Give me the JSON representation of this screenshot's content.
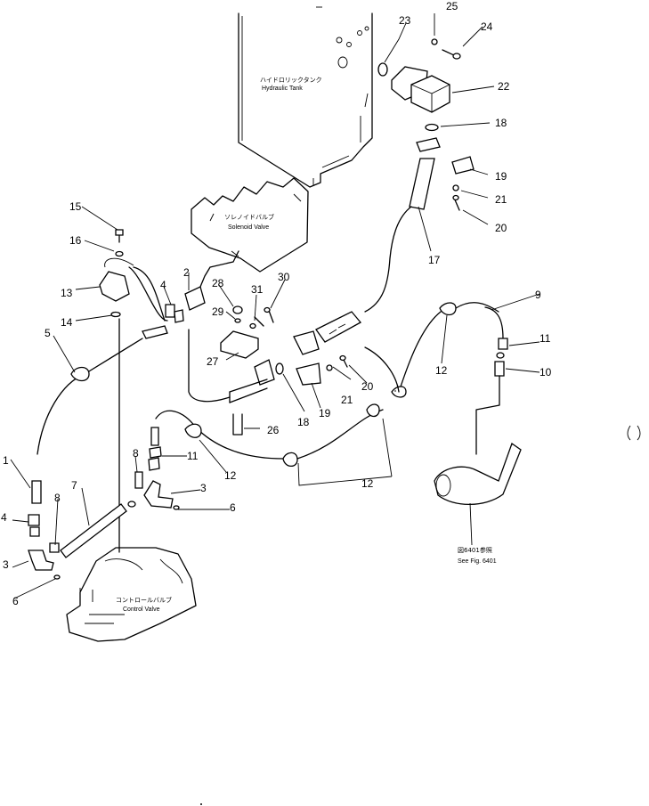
{
  "labels": {
    "hydraulic_tank": {
      "jp": "ハイドロリックタンク",
      "en": "Hydraulic Tank"
    },
    "solenoid_valve": {
      "jp": "ソレノイドバルブ",
      "en": "Solenoid Valve"
    },
    "control_valve": {
      "jp": "コントロールバルブ",
      "en": "Control Valve"
    },
    "see_fig": {
      "jp": "図6401参照",
      "en": "See Fig. 6401"
    }
  },
  "part_numbers": {
    "n1": "1",
    "n2": "2",
    "n3a": "3",
    "n3b": "3",
    "n4a": "4",
    "n4b": "4",
    "n5": "5",
    "n6a": "6",
    "n6b": "6",
    "n7": "7",
    "n8a": "8",
    "n8b": "8",
    "n9": "9",
    "n10": "10",
    "n11a": "11",
    "n11b": "11",
    "n12a": "12",
    "n12b": "12",
    "n12c": "12",
    "n13": "13",
    "n14": "14",
    "n15": "15",
    "n16": "16",
    "n17": "17",
    "n18a": "18",
    "n18b": "18",
    "n19a": "19",
    "n19b": "19",
    "n20a": "20",
    "n20b": "20",
    "n21a": "21",
    "n21b": "21",
    "n22": "22",
    "n23": "23",
    "n24": "24",
    "n25": "25",
    "n26": "26",
    "n27": "27",
    "n28": "28",
    "n29": "29",
    "n30": "30",
    "n31": "31"
  }
}
